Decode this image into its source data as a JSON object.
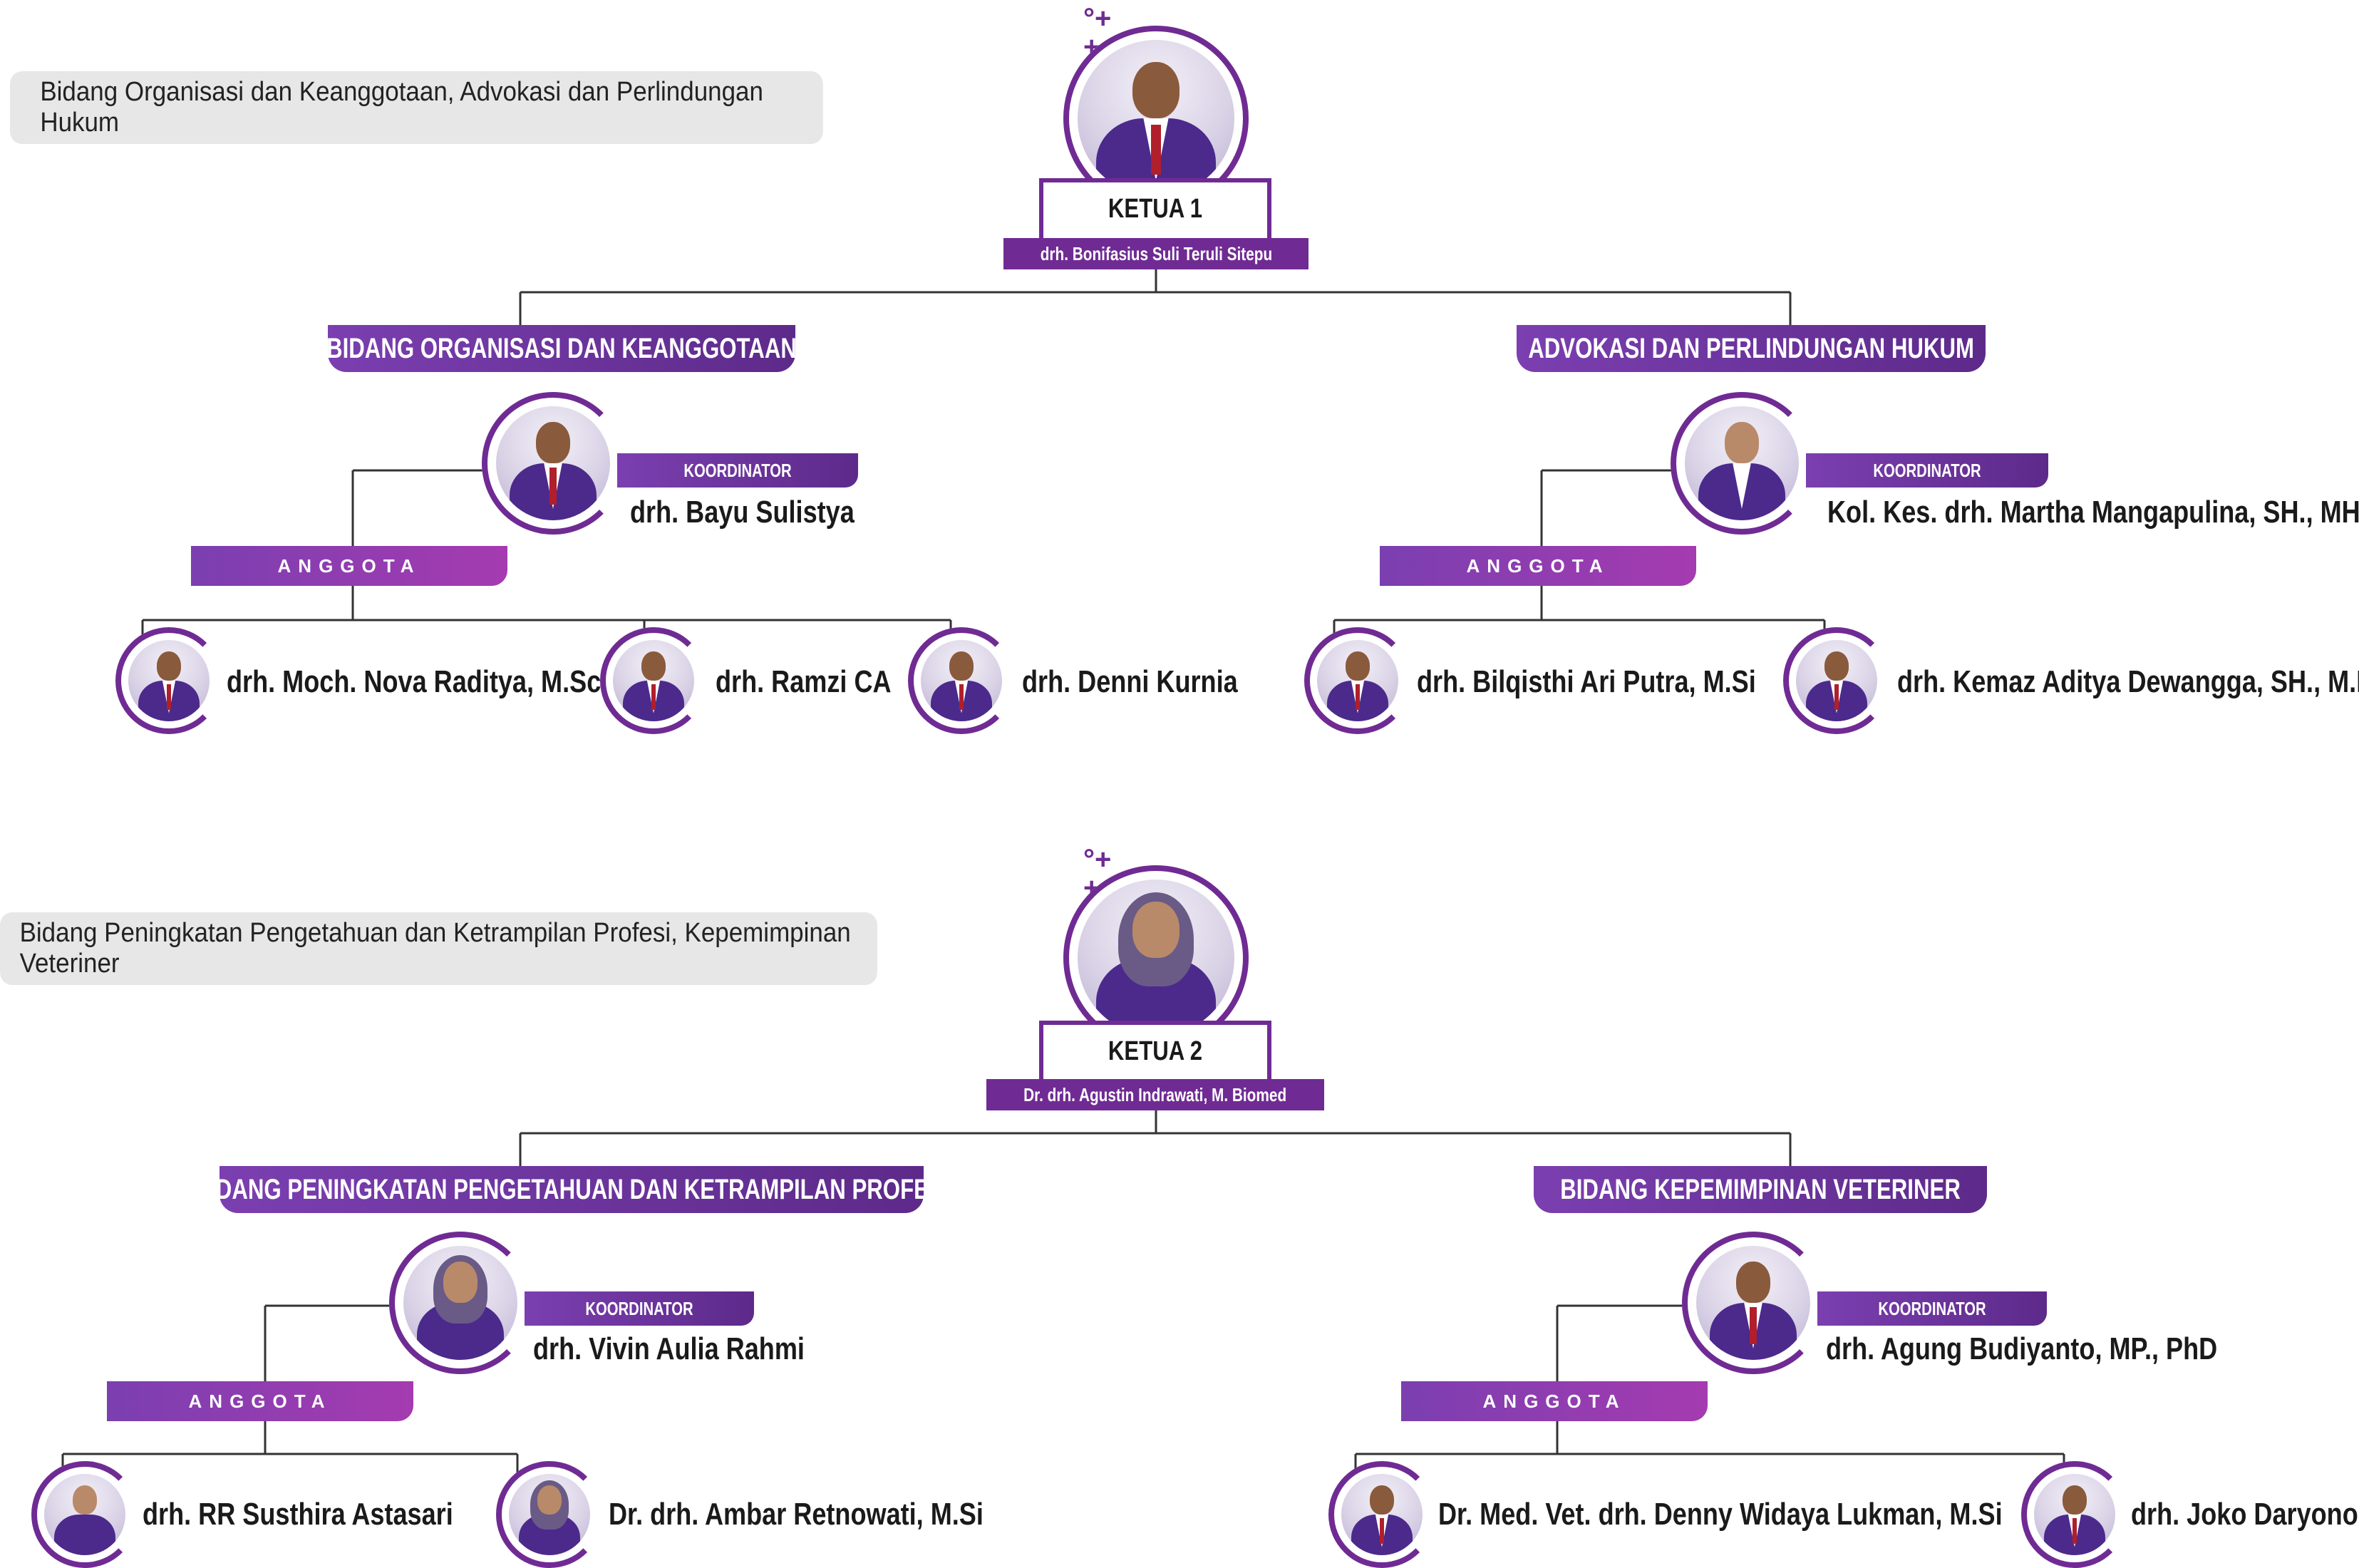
{
  "sections": [
    {
      "banner": "Bidang Organisasi dan Keanggotaan, Advokasi dan Perlindungan Hukum",
      "ketua": {
        "title": "KETUA 1",
        "name": "drh. Bonifasius Suli Teruli Sitepu"
      },
      "divisions": [
        {
          "title": "BIDANG ORGANISASI DAN KEANGGOTAAN",
          "koordinator_label": "KOORDINATOR",
          "koordinator": "drh. Bayu Sulistya",
          "anggota_label": "ANGGOTA",
          "members": [
            "drh. Moch. Nova Raditya, M.Sc",
            "drh. Ramzi CA",
            "drh. Denni Kurnia"
          ]
        },
        {
          "title": "ADVOKASI DAN PERLINDUNGAN HUKUM",
          "koordinator_label": "KOORDINATOR",
          "koordinator": "Kol. Kes. drh. Martha Mangapulina, SH., MH",
          "anggota_label": "ANGGOTA",
          "members": [
            "drh. Bilqisthi Ari Putra, M.Si",
            "drh. Kemaz Aditya Dewangga, SH., M.Kn"
          ]
        }
      ]
    },
    {
      "banner": "Bidang Peningkatan Pengetahuan dan Ketrampilan Profesi, Kepemimpinan Veteriner",
      "ketua": {
        "title": "KETUA 2",
        "name": "Dr. drh. Agustin Indrawati, M. Biomed"
      },
      "divisions": [
        {
          "title": "BIDANG PENINGKATAN PENGETAHUAN DAN KETRAMPILAN PROFESI",
          "koordinator_label": "KOORDINATOR",
          "koordinator": "drh. Vivin Aulia Rahmi",
          "anggota_label": "ANGGOTA",
          "members": [
            "drh. RR Susthira Astasari",
            "Dr. drh. Ambar Retnowati, M.Si"
          ]
        },
        {
          "title": "BIDANG KEPEMIMPINAN VETERINER",
          "koordinator_label": "KOORDINATOR",
          "koordinator": "drh. Agung Budiyanto, MP., PhD",
          "anggota_label": "ANGGOTA",
          "members": [
            "Dr. Med. Vet. drh. Denny Widaya Lukman,  M.Si",
            "drh. Joko Daryono"
          ]
        }
      ]
    }
  ],
  "colors": {
    "accent": "#6f2b93",
    "banner_bg": "#e6e7e6",
    "line": "#333333"
  }
}
